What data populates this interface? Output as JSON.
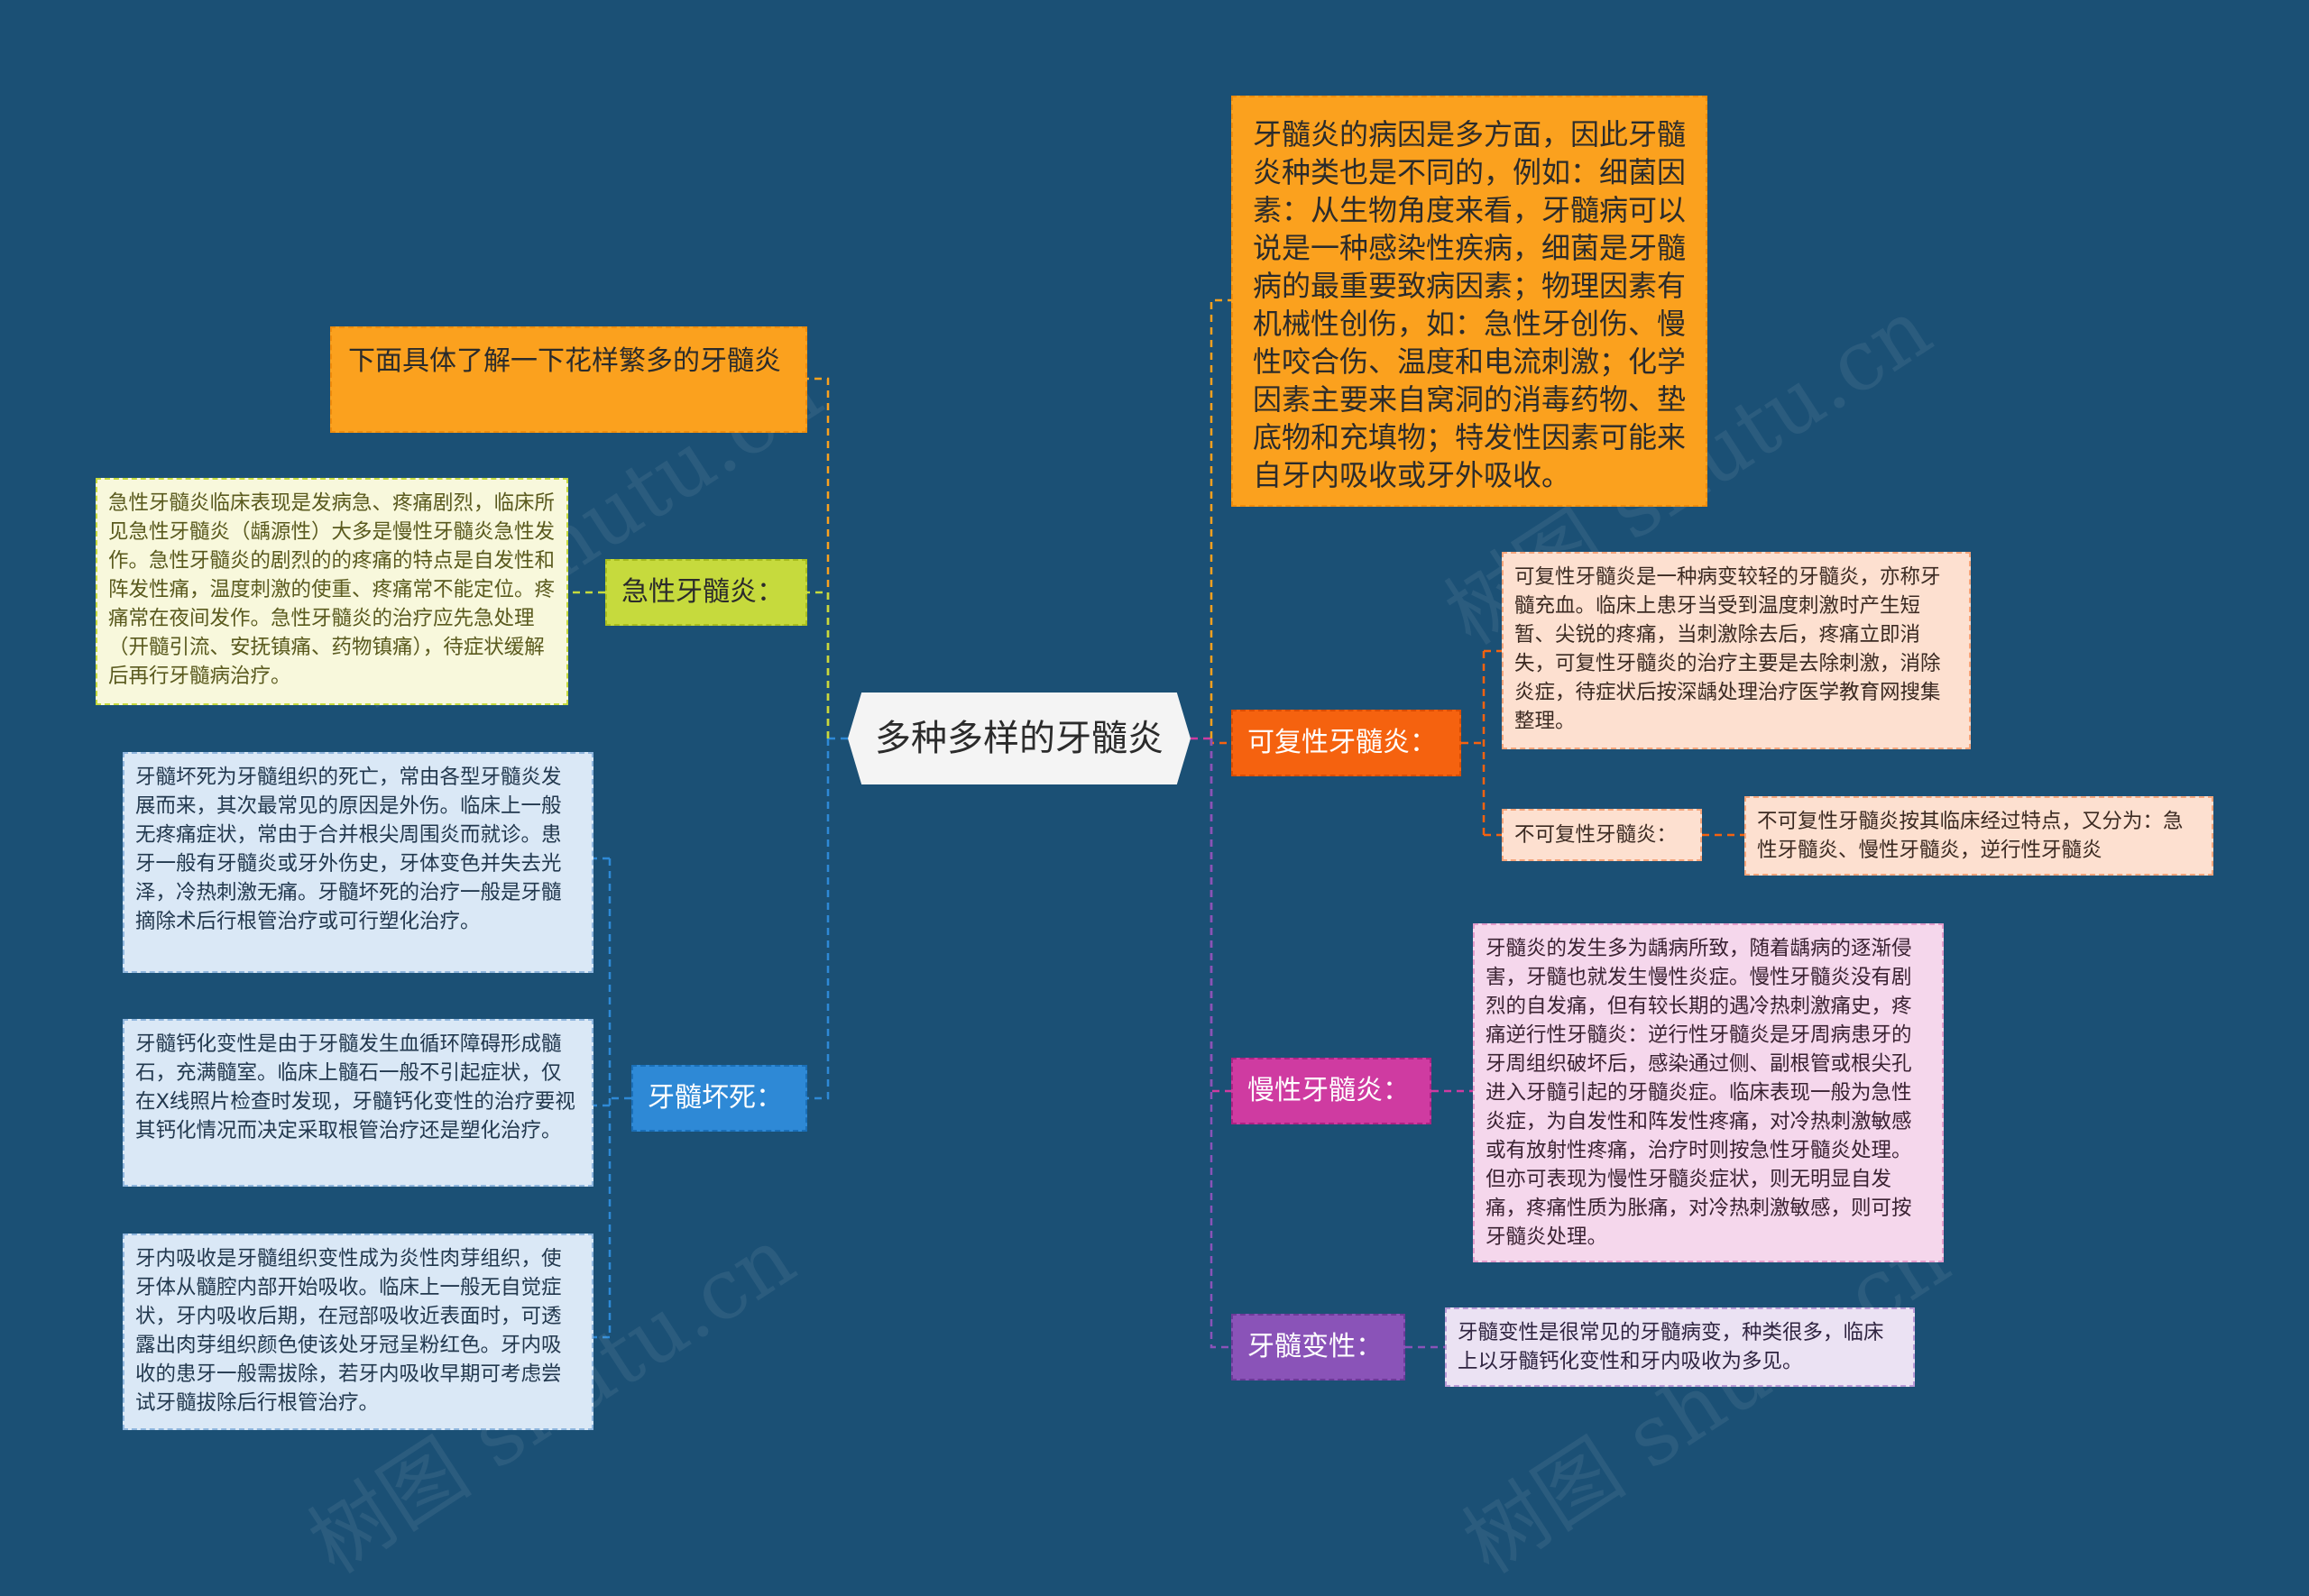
{
  "title": "多种多样的牙髓炎",
  "intro": "下面具体了解一下花样繁多的牙髓炎",
  "causes": "牙髓炎的病因是多方面，因此牙髓炎种类也是不同的，例如：细菌因素：从生物角度来看，牙髓病可以说是一种感染性疾病，细菌是牙髓病的最重要致病因素；物理因素有机械性创伤，如：急性牙创伤、慢性咬合伤、温度和电流刺激；化学因素主要来自窝洞的消毒药物、垫底物和充填物；特发性因素可能来自牙内吸收或牙外吸收。",
  "acute": {
    "label": "急性牙髓炎：",
    "detail": "急性牙髓炎临床表现是发病急、疼痛剧烈，临床所见急性牙髓炎（龋源性）大多是慢性牙髓炎急性发作。急性牙髓炎的剧烈的的疼痛的特点是自发性和阵发性痛，温度刺激的使重、疼痛常不能定位。疼痛常在夜间发作。急性牙髓炎的治疗应先急处理（开髓引流、安抚镇痛、药物镇痛），待症状缓解后再行牙髓病治疗。"
  },
  "necrosis": {
    "label": "牙髓坏死：",
    "details": [
      "牙髓坏死为牙髓组织的死亡，常由各型牙髓炎发展而来，其次最常见的原因是外伤。临床上一般无疼痛症状，常由于合并根尖周围炎而就诊。患牙一般有牙髓炎或牙外伤史，牙体变色并失去光泽，冷热刺激无痛。牙髓坏死的治疗一般是牙髓摘除术后行根管治疗或可行塑化治疗。",
      "牙髓钙化变性是由于牙髓发生血循环障碍形成髓石，充满髓室。临床上髓石一般不引起症状，仅在X线照片检查时发现，牙髓钙化变性的治疗要视其钙化情况而决定采取根管治疗还是塑化治疗。",
      "牙内吸收是牙髓组织变性成为炎性肉芽组织，使牙体从髓腔内部开始吸收。临床上一般无自觉症状，牙内吸收后期，在冠部吸收近表面时，可透露出肉芽组织颜色使该处牙冠呈粉红色。牙内吸收的患牙一般需拔除，若牙内吸收早期可考虑尝试牙髓拔除后行根管治疗。"
    ]
  },
  "reversible": {
    "label": "可复性牙髓炎：",
    "detail": "可复性牙髓炎是一种病变较轻的牙髓炎，亦称牙髓充血。临床上患牙当受到温度刺激时产生短暂、尖锐的疼痛，当刺激除去后，疼痛立即消失，可复性牙髓炎的治疗主要是去除刺激，消除炎症，待症状后按深龋处理治疗医学教育网搜集整理。",
    "irreversible_label": "不可复性牙髓炎：",
    "irreversible_detail": "不可复性牙髓炎按其临床经过特点，又分为：急性牙髓炎、慢性牙髓炎，逆行性牙髓炎"
  },
  "chronic": {
    "label": "慢性牙髓炎：",
    "detail": "牙髓炎的发生多为龋病所致，随着龋病的逐渐侵害，牙髓也就发生慢性炎症。慢性牙髓炎没有剧烈的自发痛，但有较长期的遇冷热刺激痛史，疼痛逆行性牙髓炎：逆行性牙髓炎是牙周病患牙的牙周组织破坏后，感染通过侧、副根管或根尖孔进入牙髓引起的牙髓炎症。临床表现一般为急性炎症，为自发性和阵发性疼痛，对冷热刺激敏感或有放射性疼痛，治疗时则按急性牙髓炎处理。但亦可表现为慢性牙髓炎症状，则无明显自发痛，疼痛性质为胀痛，对冷热刺激敏感，则可按牙髓炎处理。"
  },
  "degeneration": {
    "label": "牙髓变性：",
    "detail": "牙髓变性是很常见的牙髓病变，种类很多，临床上以牙髓钙化变性和牙内吸收为多见。"
  },
  "watermark": "树图 shutu.cn",
  "colors": {
    "background": "#1b5075",
    "orange": "#fba11e",
    "yellow_green": "#c6da3d",
    "blue": "#2e89d6",
    "red_orange": "#f5620f",
    "magenta": "#cf3ba1",
    "purple": "#8a53b8"
  }
}
